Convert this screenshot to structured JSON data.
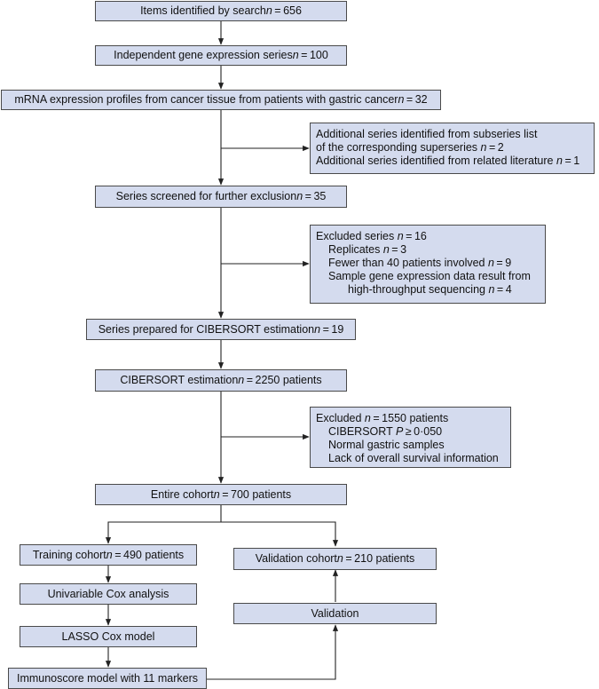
{
  "nodes": {
    "search": {
      "prefix": "Items identified by search ",
      "n": "n",
      "suffix": " = 656"
    },
    "independent": {
      "prefix": "Independent gene expression series ",
      "n": "n",
      "suffix": " = 100"
    },
    "mrna": {
      "prefix": "mRNA expression profiles from cancer tissue from patients with gastric cancer ",
      "n": "n",
      "suffix": " = 32"
    },
    "additional": {
      "line1": "Additional series identified from subseries list",
      "line2_prefix": "of the corresponding superseries ",
      "line2_n": "n",
      "line2_suffix": " = 2",
      "line3_prefix": "Additional series identified from related literature ",
      "line3_n": "n",
      "line3_suffix": " = 1"
    },
    "screened": {
      "prefix": "Series screened for further exclusion ",
      "n": "n",
      "suffix": " = 35"
    },
    "excluded_series": {
      "title_prefix": "Excluded series ",
      "title_n": "n",
      "title_suffix": " = 16",
      "item1_prefix": "Replicates ",
      "item1_n": "n",
      "item1_suffix": " = 3",
      "item2_prefix": "Fewer than 40 patients involved ",
      "item2_n": "n",
      "item2_suffix": " = 9",
      "item3_line1": "Sample gene expression data result from",
      "item3_line2_prefix": "high-throughput sequencing ",
      "item3_line2_n": "n",
      "item3_line2_suffix": " = 4"
    },
    "prepared": {
      "prefix": "Series prepared for CIBERSORT estimation ",
      "n": "n",
      "suffix": " = 19"
    },
    "cibersort": {
      "prefix": "CIBERSORT estimation ",
      "n": "n",
      "suffix": " = 2250 patients"
    },
    "excluded_patients": {
      "title_prefix": "Excluded ",
      "title_n": "n",
      "title_suffix": " = 1550 patients",
      "item1_prefix": "CIBERSORT ",
      "item1_p": "P",
      "item1_suffix": " ≥ 0·050",
      "item2": "Normal gastric samples",
      "item3": "Lack of overall survival information"
    },
    "entire": {
      "prefix": "Entire cohort ",
      "n": "n",
      "suffix": " = 700 patients"
    },
    "training": {
      "prefix": "Training cohort ",
      "n": "n",
      "suffix": " = 490 patients"
    },
    "validation_cohort": {
      "prefix": "Validation cohort ",
      "n": "n",
      "suffix": " = 210 patients"
    },
    "univariable": {
      "label": "Univariable Cox analysis"
    },
    "validation": {
      "label": "Validation"
    },
    "lasso": {
      "label": "LASSO Cox model"
    },
    "immunoscore": {
      "label": "Immunoscore model with 11 markers"
    }
  },
  "colors": {
    "box_fill": "#d4dbee",
    "box_border": "#4a4a4a",
    "line": "#222222"
  }
}
